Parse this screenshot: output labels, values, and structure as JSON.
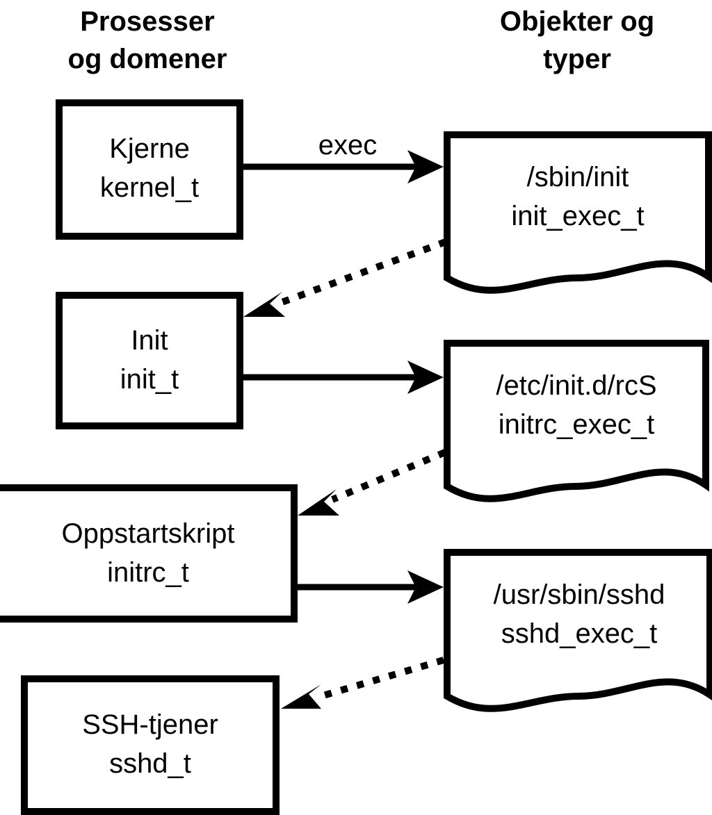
{
  "diagram": {
    "title_columns": {
      "left": {
        "line1": "Prosesser",
        "line2": "og domener"
      },
      "right": {
        "line1": "Objekter og",
        "line2": "typer"
      }
    },
    "process_boxes": [
      {
        "id": "kernel",
        "line1": "Kjerne",
        "line2": "kernel_t"
      },
      {
        "id": "init",
        "line1": "Init",
        "line2": "init_t"
      },
      {
        "id": "initrc",
        "line1": "Oppstartskript",
        "line2": "initrc_t"
      },
      {
        "id": "sshd",
        "line1": "SSH-tjener",
        "line2": "sshd_t"
      }
    ],
    "object_boxes": [
      {
        "id": "init_exec",
        "line1": "/sbin/init",
        "line2": "init_exec_t"
      },
      {
        "id": "initrc_exec",
        "line1": "/etc/init.d/rcS",
        "line2": "initrc_exec_t"
      },
      {
        "id": "sshd_exec",
        "line1": "/usr/sbin/sshd",
        "line2": "sshd_exec_t"
      }
    ],
    "edges": [
      {
        "id": "kernel-exec-init",
        "label": "exec",
        "style": "solid"
      },
      {
        "id": "init_exec-transition-init",
        "label": "",
        "style": "dashed"
      },
      {
        "id": "init-exec-initrc",
        "label": "",
        "style": "solid"
      },
      {
        "id": "initrc_exec-transition-initrc",
        "label": "",
        "style": "dashed"
      },
      {
        "id": "initrc-exec-sshd",
        "label": "",
        "style": "solid"
      },
      {
        "id": "sshd_exec-transition-sshd",
        "label": "",
        "style": "dashed"
      }
    ],
    "colors": {
      "stroke": "#000000",
      "fill": "#ffffff",
      "text": "#000000"
    }
  }
}
